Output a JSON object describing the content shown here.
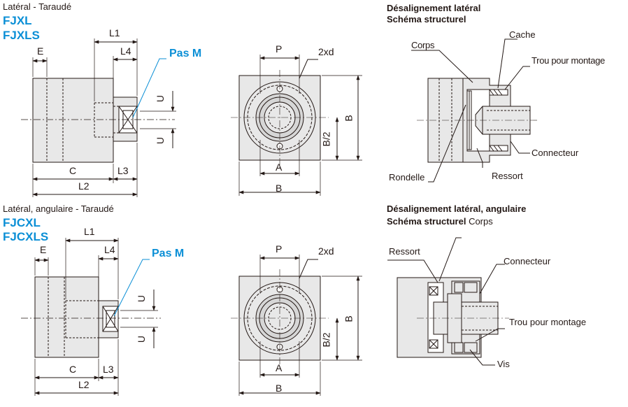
{
  "colors": {
    "accent": "#0b8fd6",
    "ink": "#231815",
    "fill": "#e8e8e8"
  },
  "top": {
    "caption": "Latéral - Taraudé",
    "codes": [
      "FJXL",
      "FJXLS"
    ],
    "pas": "Pas M",
    "dims": {
      "e": "E",
      "l1": "L1",
      "l4": "L4",
      "u": "U",
      "c": "C",
      "l3": "L3",
      "l2": "L2",
      "p": "P",
      "hole": "2xd",
      "b": "B",
      "bhalf": "B/2",
      "a": "A"
    },
    "schema": {
      "title1": "Désalignement latéral",
      "title2": "Schéma structurel",
      "labels": {
        "corps": "Corps",
        "cache": "Cache",
        "trou": "Trou pour montage",
        "connecteur": "Connecteur",
        "rondelle": "Rondelle",
        "ressort": "Ressort"
      }
    }
  },
  "bottom": {
    "caption": "Latéral, angulaire - Taraudé",
    "codes": [
      "FJCXL",
      "FJCXLS"
    ],
    "pas": "Pas M",
    "dims": {
      "e": "E",
      "l1": "L1",
      "l4": "L4",
      "u": "U",
      "c": "C",
      "l3": "L3",
      "l2": "L2",
      "p": "P",
      "hole": "2xd",
      "b": "B",
      "bhalf": "B/2",
      "a": "A"
    },
    "schema": {
      "title1": "Désalignement latéral, angulaire",
      "title2": "Schéma structurel",
      "corps": "Corps",
      "labels": {
        "ressort": "Ressort",
        "connecteur": "Connecteur",
        "trou": "Trou pour montage",
        "vis": "Vis"
      }
    }
  }
}
